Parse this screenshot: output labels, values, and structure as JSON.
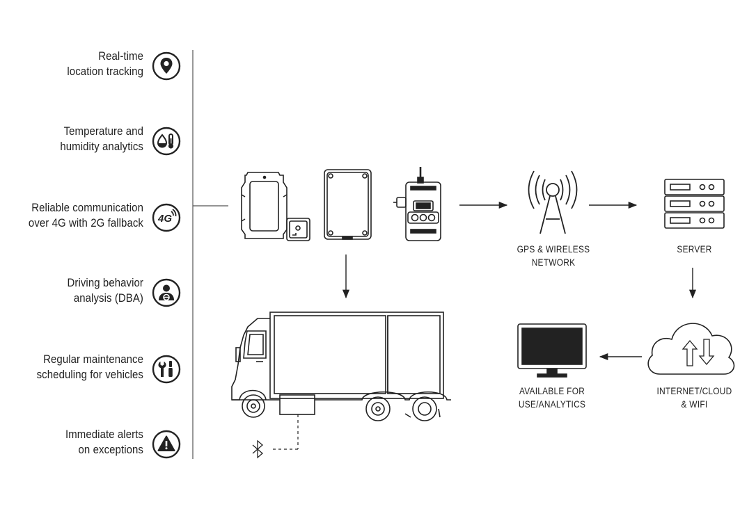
{
  "features": [
    {
      "line1": "Real-time",
      "line2": "location tracking",
      "icon": "location-pin-icon"
    },
    {
      "line1": "Temperature and",
      "line2": "humidity analytics",
      "icon": "thermometer-humidity-icon"
    },
    {
      "line1": "Reliable communication",
      "line2": "over 4G with 2G fallback",
      "icon": "4g-signal-icon"
    },
    {
      "line1": "Driving behavior",
      "line2": "analysis (DBA)",
      "icon": "driver-icon"
    },
    {
      "line1": "Regular maintenance",
      "line2": "scheduling for vehicles",
      "icon": "tools-icon"
    },
    {
      "line1": "Immediate alerts",
      "line2": "on exceptions",
      "icon": "warning-icon"
    }
  ],
  "nodes": {
    "network": {
      "line1": "GPS & WIRELESS",
      "line2": "NETWORK"
    },
    "server": {
      "line1": "SERVER"
    },
    "cloud": {
      "line1": "INTERNET/CLOUD",
      "line2": "& WIFI"
    },
    "monitor": {
      "line1": "AVAILABLE FOR",
      "line2": "USE/ANALYTICS"
    }
  },
  "icons": {
    "4g_text": "4G",
    "bluetooth": "bluetooth-icon"
  },
  "colors": {
    "stroke": "#222222",
    "divider": "#555555"
  }
}
